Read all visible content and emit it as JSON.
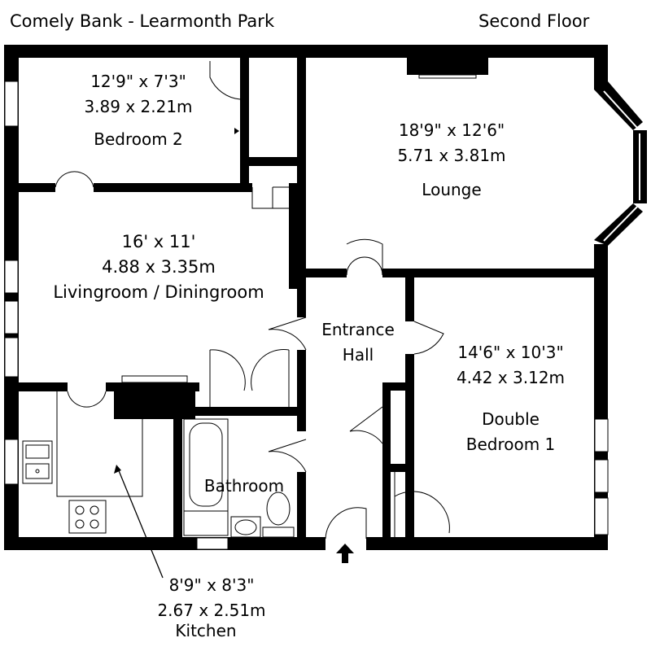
{
  "header": {
    "title": "Comely Bank - Learmonth Park",
    "floor": "Second Floor"
  },
  "rooms": {
    "bedroom2": {
      "dim_imperial": "12'9\" x 7'3\"",
      "dim_metric": "3.89 x 2.21m",
      "name": "Bedroom 2"
    },
    "lounge": {
      "dim_imperial": "18'9\" x 12'6\"",
      "dim_metric": "5.71 x 3.81m",
      "name": "Lounge"
    },
    "living": {
      "dim_imperial": "16' x 11'",
      "dim_metric": "4.88 x 3.35m",
      "name": "Livingroom / Diningroom"
    },
    "hall": {
      "line1": "Entrance",
      "line2": "Hall"
    },
    "bedroom1": {
      "dim_imperial": "14'6\" x 10'3\"",
      "dim_metric": "4.42 x 3.12m",
      "line1": "Double",
      "line2": "Bedroom 1"
    },
    "bathroom": {
      "name": "Bathroom"
    },
    "kitchen": {
      "dim_imperial": "8'9\" x 8'3\"",
      "dim_metric": "2.67 x 2.51m",
      "name": "Kitchen"
    }
  },
  "icons": {
    "entrance": "up-arrow-icon",
    "sink": "sink-icon",
    "hob": "hob-icon",
    "bath": "bathtub-icon",
    "wc": "toilet-icon",
    "basin": "basin-icon"
  }
}
